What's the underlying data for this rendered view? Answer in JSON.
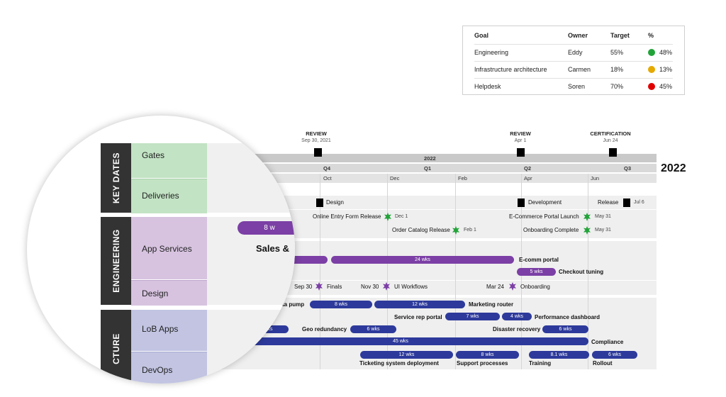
{
  "goals": {
    "headers": [
      "Goal",
      "Owner",
      "Target",
      "%"
    ],
    "rows": [
      {
        "goal": "Engineering",
        "owner": "Eddy",
        "target": "55%",
        "pct": "48%",
        "status": "#22a33a"
      },
      {
        "goal": "Infrastructure architecture",
        "owner": "Carmen",
        "target": "18%",
        "pct": "13%",
        "status": "#e5a900"
      },
      {
        "goal": "Helpdesk",
        "owner": "Soren",
        "target": "70%",
        "pct": "45%",
        "status": "#e00000"
      }
    ]
  },
  "colors": {
    "purple": "#7b3fa5",
    "navy": "#2d3a9b",
    "keydates": "#c2e3c4",
    "engineering": "#d7c3e0",
    "infra": "#c2c4e2"
  },
  "gates": [
    {
      "title": "REVIEW",
      "date": "Sep 30, 2021"
    },
    {
      "title": "REVIEW",
      "date": "Apr 1"
    },
    {
      "title": "CERTIFICATION",
      "date": "Jun 24"
    }
  ],
  "scale": {
    "year_row": [
      "2022"
    ],
    "quarter_row": [
      "Q4",
      "Q1",
      "Q2",
      "Q3"
    ],
    "month_row": [
      "Oct",
      "Dec",
      "Feb",
      "Apr",
      "Jun"
    ],
    "big_year": "2022"
  },
  "deliveries": [
    {
      "label": "Design"
    },
    {
      "label": "Development"
    },
    {
      "label": "Release",
      "date": "Jul 6"
    }
  ],
  "milestones_eng": [
    {
      "label": "Online Entry Form Release",
      "date": "Dec 1"
    },
    {
      "label": "E-Commerce Portal Launch",
      "date": "May 31"
    },
    {
      "label": "Order Catalog Release",
      "date": "Feb 1"
    },
    {
      "label": "Onboarding Complete",
      "date": "May 31"
    }
  ],
  "app_services_bars": [
    {
      "label": "24 wks",
      "name": "E-comm portal"
    },
    {
      "label": "5 wks",
      "name": "Checkout tuning"
    }
  ],
  "design_milestones": [
    {
      "date": "Sep 30",
      "label": "Finals"
    },
    {
      "date": "Nov 30",
      "label": "UI Workflows"
    },
    {
      "date": "Mar 24",
      "label": "Onboarding"
    }
  ],
  "infra_bars": [
    {
      "prefix": "ta pump",
      "label": "8 wks"
    },
    {
      "label": "12 wks",
      "name": "Marketing router"
    },
    {
      "name": "Service rep portal",
      "label": "7 wks"
    },
    {
      "label": "4 wks",
      "name": "Performance dashboard"
    },
    {
      "label": "wks"
    },
    {
      "name": "Geo redundancy",
      "label": "6 wks"
    },
    {
      "name": "Disaster recovery",
      "label": "6 wks"
    },
    {
      "label": "45 wks",
      "name": "Compliance"
    },
    {
      "label": "12 wks",
      "name": "Ticketing system deployment"
    },
    {
      "label": "8 wks",
      "name": "Support processes"
    },
    {
      "label": "8.1 wks",
      "name": "Training"
    },
    {
      "label": "6 wks",
      "name": "Rollout"
    }
  ],
  "lens": {
    "groups": [
      "KEY DATES",
      "ENGINEERING",
      "CTURE"
    ],
    "swimlanes": [
      "Gates",
      "Deliveries",
      "App Services",
      "Design",
      "LoB Apps",
      "DevOps"
    ],
    "bar_text": "8 w",
    "overflow_text": "Sales &"
  }
}
